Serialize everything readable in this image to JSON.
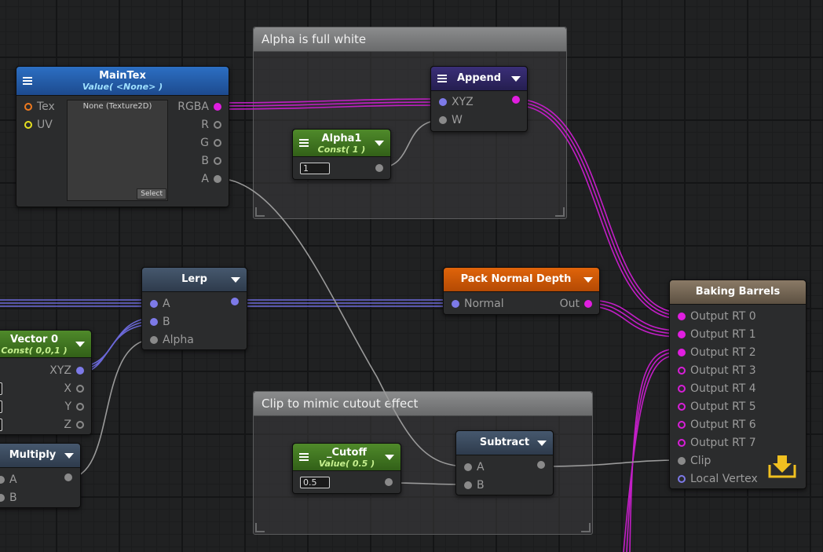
{
  "groups": [
    {
      "title": "Alpha is full white"
    },
    {
      "title": "Clip to mimic cutout effect"
    }
  ],
  "nodes": {
    "maintex": {
      "title": "MainTex",
      "subtitle": "Value( <None> )",
      "inputs": [
        "Tex",
        "UV"
      ],
      "outputs": [
        "RGBA",
        "R",
        "G",
        "B",
        "A"
      ],
      "texture_label": "None (Texture2D)",
      "select_label": "Select"
    },
    "append": {
      "title": "Append",
      "inputs": [
        "XYZ",
        "W"
      ]
    },
    "alpha1": {
      "title": "Alpha1",
      "subtitle": "Const( 1 )",
      "value": "1"
    },
    "lerp": {
      "title": "Lerp",
      "inputs": [
        "A",
        "B",
        "Alpha"
      ]
    },
    "pack_normal_depth": {
      "title": "Pack Normal Depth",
      "inputs": [
        "Normal"
      ],
      "outputs": [
        "Out"
      ]
    },
    "vector0": {
      "title": "Vector 0",
      "subtitle": "Const( 0,0,1 )",
      "outputs": [
        "XYZ",
        "X",
        "Y",
        "Z"
      ]
    },
    "multiply": {
      "title": "Multiply",
      "inputs": [
        "A",
        "B"
      ]
    },
    "cutoff": {
      "title": "_Cutoff",
      "subtitle": "Value( 0.5 )",
      "value": "0.5"
    },
    "subtract": {
      "title": "Subtract",
      "inputs": [
        "A",
        "B"
      ]
    },
    "baking_barrels": {
      "title": "Baking Barrels",
      "inputs": [
        "Output RT 0",
        "Output RT 1",
        "Output RT 2",
        "Output RT 3",
        "Output RT 4",
        "Output RT 5",
        "Output RT 6",
        "Output RT 7",
        "Clip",
        "Local Vertex"
      ]
    }
  },
  "colors": {
    "wire_magenta": "#c21ec6",
    "wire_purple": "#6b68d8",
    "wire_grey": "#9a9a9a",
    "bake_icon": "#f0c020"
  }
}
